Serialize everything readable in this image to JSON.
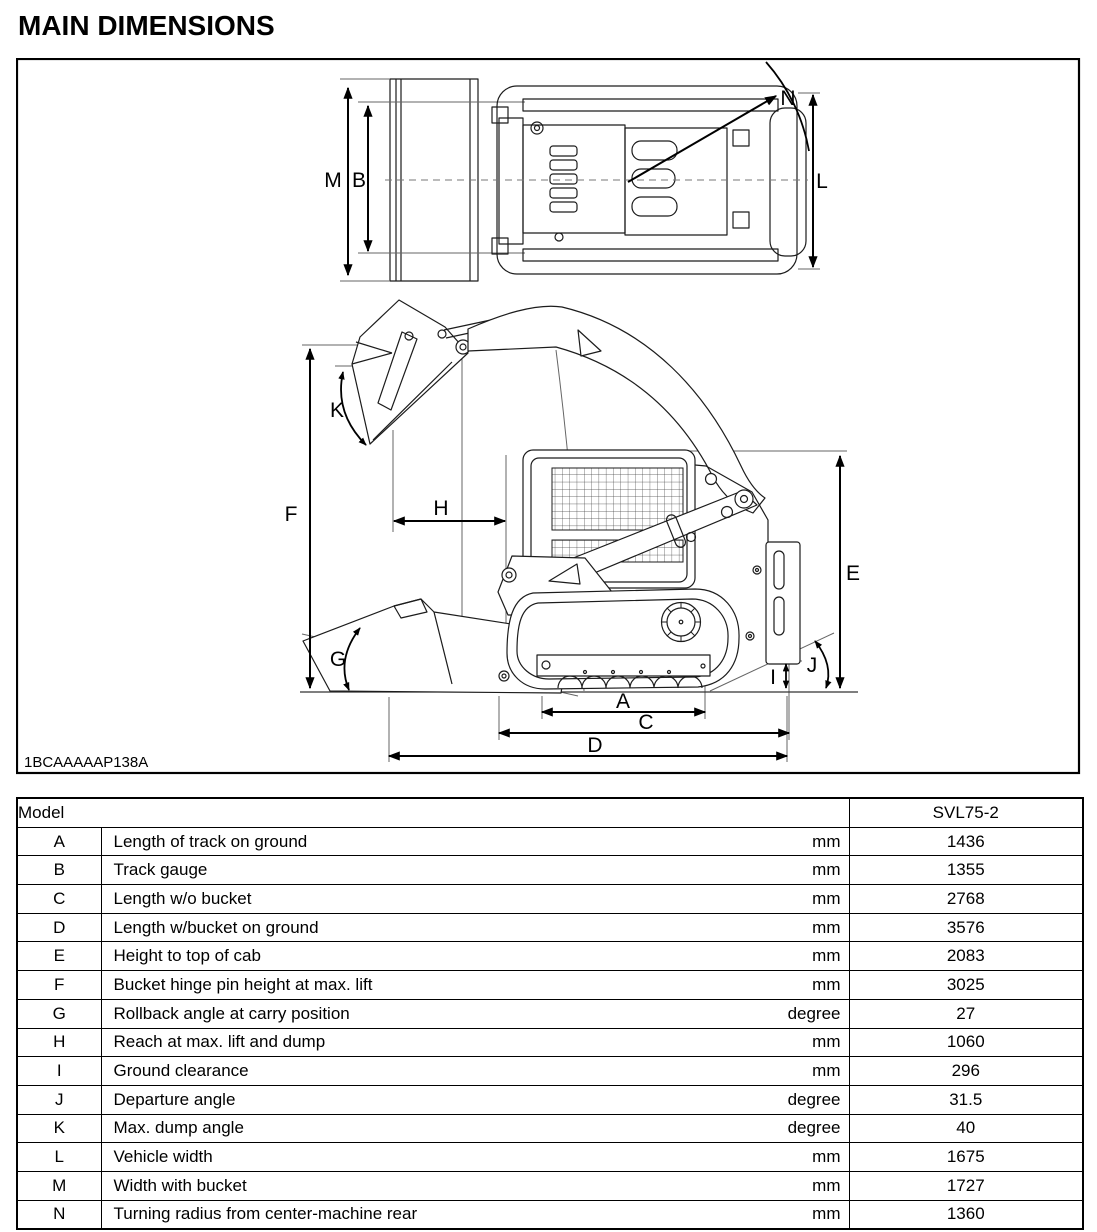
{
  "page": {
    "title": "MAIN DIMENSIONS"
  },
  "diagram": {
    "figure_code": "1BCAAAAAP138A",
    "labels": {
      "M": "M",
      "B": "B",
      "L": "L",
      "N": "N",
      "F": "F",
      "K": "K",
      "H": "H",
      "G": "G",
      "E": "E",
      "I": "I",
      "J": "J",
      "A": "A",
      "C": "C",
      "D": "D"
    }
  },
  "table": {
    "header": {
      "model_label": "Model",
      "model_value": "SVL75-2"
    },
    "rows": [
      {
        "letter": "A",
        "description": "Length of track on ground",
        "unit": "mm",
        "value": "1436"
      },
      {
        "letter": "B",
        "description": "Track gauge",
        "unit": "mm",
        "value": "1355"
      },
      {
        "letter": "C",
        "description": "Length w/o bucket",
        "unit": "mm",
        "value": "2768"
      },
      {
        "letter": "D",
        "description": "Length w/bucket on ground",
        "unit": "mm",
        "value": "3576"
      },
      {
        "letter": "E",
        "description": "Height to top of cab",
        "unit": "mm",
        "value": "2083"
      },
      {
        "letter": "F",
        "description": "Bucket hinge pin height at max. lift",
        "unit": "mm",
        "value": "3025"
      },
      {
        "letter": "G",
        "description": "Rollback angle at carry position",
        "unit": "degree",
        "value": "27"
      },
      {
        "letter": "H",
        "description": "Reach at max. lift and dump",
        "unit": "mm",
        "value": "1060"
      },
      {
        "letter": "I",
        "description": "Ground clearance",
        "unit": "mm",
        "value": "296"
      },
      {
        "letter": "J",
        "description": "Departure angle",
        "unit": "degree",
        "value": "31.5"
      },
      {
        "letter": "K",
        "description": "Max. dump angle",
        "unit": "degree",
        "value": "40"
      },
      {
        "letter": "L",
        "description": "Vehicle width",
        "unit": "mm",
        "value": "1675"
      },
      {
        "letter": "M",
        "description": "Width with bucket",
        "unit": "mm",
        "value": "1727"
      },
      {
        "letter": "N",
        "description": "Turning radius from center-machine rear",
        "unit": "mm",
        "value": "1360"
      }
    ]
  }
}
